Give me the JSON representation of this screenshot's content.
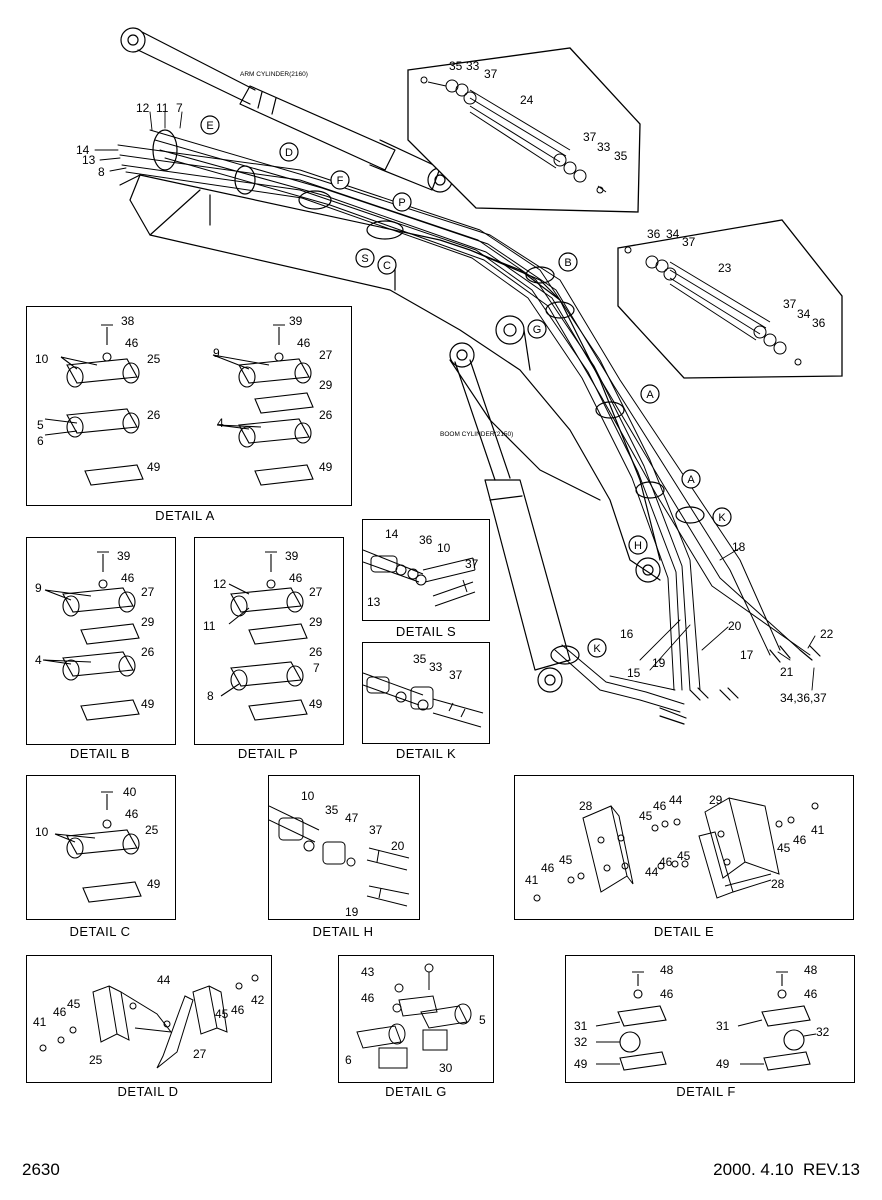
{
  "page": {
    "page_number": "2630",
    "revision": "2000. 4.10  REV.13"
  },
  "main": {
    "arm_cylinder_label": "ARM CYLINDER(2160)",
    "boom_cylinder_label": "BOOM CYLINDER(2150)",
    "callout_letters": [
      "E",
      "D",
      "F",
      "P",
      "S",
      "C",
      "B",
      "G",
      "A",
      "A",
      "K",
      "H",
      "K"
    ],
    "part_numbers": [
      "12",
      "11",
      "7",
      "14",
      "13",
      "8",
      "15",
      "16",
      "17",
      "18",
      "19",
      "20",
      "21",
      "22",
      "34,36,37"
    ]
  },
  "insets": {
    "top_right": [
      "35",
      "33",
      "37",
      "24",
      "37",
      "33",
      "35"
    ],
    "mid_right": [
      "36",
      "34",
      "37",
      "23",
      "37",
      "34",
      "36"
    ]
  },
  "details": {
    "A": {
      "caption": "DETAIL  A",
      "parts": [
        "38",
        "46",
        "10",
        "25",
        "5",
        "6",
        "26",
        "49",
        "39",
        "46",
        "9",
        "27",
        "29",
        "4",
        "26",
        "49"
      ]
    },
    "B": {
      "caption": "DETAIL  B",
      "parts": [
        "39",
        "46",
        "9",
        "27",
        "29",
        "4",
        "26",
        "49"
      ]
    },
    "P": {
      "caption": "DETAIL  P",
      "parts": [
        "39",
        "46",
        "12",
        "27",
        "11",
        "29",
        "26",
        "7",
        "8",
        "49"
      ]
    },
    "S": {
      "caption": "DETAIL  S",
      "parts": [
        "14",
        "36",
        "10",
        "37",
        "13"
      ]
    },
    "K": {
      "caption": "DETAIL  K",
      "parts": [
        "35",
        "33",
        "37"
      ]
    },
    "C": {
      "caption": "DETAIL  C",
      "parts": [
        "40",
        "46",
        "10",
        "25",
        "49"
      ]
    },
    "H": {
      "caption": "DETAIL  H",
      "parts": [
        "10",
        "35",
        "47",
        "37",
        "20",
        "19"
      ]
    },
    "E": {
      "caption": "DETAIL  E",
      "parts": [
        "28",
        "45",
        "46",
        "44",
        "29",
        "41",
        "46",
        "45",
        "46",
        "45",
        "44",
        "45",
        "46",
        "41",
        "28"
      ]
    },
    "D": {
      "caption": "DETAIL  D",
      "parts": [
        "44",
        "42",
        "45",
        "46",
        "41",
        "25",
        "45",
        "46",
        "27"
      ]
    },
    "G": {
      "caption": "DETAIL  G",
      "parts": [
        "43",
        "46",
        "5",
        "6",
        "30"
      ]
    },
    "F": {
      "caption": "DETAIL  F",
      "parts": [
        "48",
        "46",
        "31",
        "32",
        "49",
        "48",
        "46",
        "31",
        "32",
        "49"
      ]
    }
  },
  "colors": {
    "ink": "#000000",
    "paper": "#ffffff"
  }
}
